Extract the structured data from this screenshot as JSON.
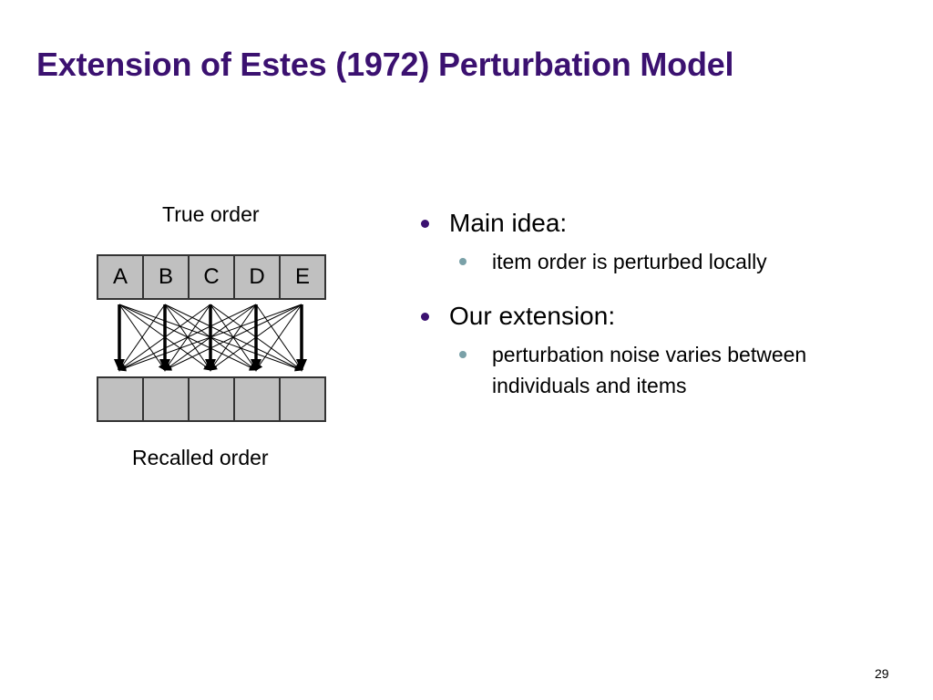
{
  "slide": {
    "title": "Extension of Estes (1972) Perturbation Model",
    "page_number": "29"
  },
  "diagram": {
    "true_order_label": "True order",
    "recalled_order_label": "Recalled order",
    "true_order_items": [
      "A",
      "B",
      "C",
      "D",
      "E"
    ],
    "recalled_order_items": [
      "",
      "",
      "",
      "",
      ""
    ]
  },
  "bullets": [
    {
      "text": "Main idea:",
      "sub": [
        "item order is perturbed locally"
      ]
    },
    {
      "text": "Our extension:",
      "sub": [
        "perturbation noise varies between individuals and items"
      ]
    }
  ],
  "colors": {
    "title": "#3b1170",
    "box_fill": "#c0c0c0",
    "bullet_level1": "#3b1170",
    "bullet_level2": "#7aa1a8"
  }
}
